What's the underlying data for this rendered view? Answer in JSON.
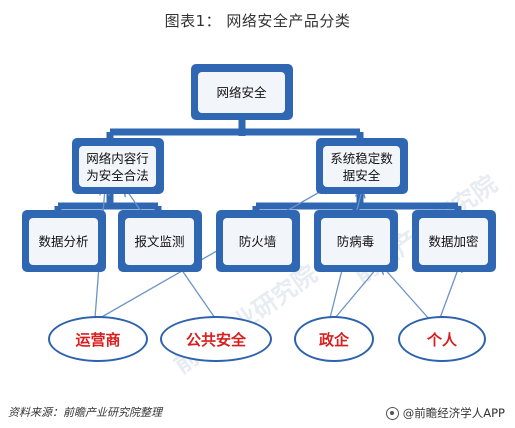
{
  "title": "图表1： 网络安全产品分类",
  "root": "网络安全",
  "level2": {
    "left": "网络内容行为安全合法",
    "right": "系统稳定数据安全"
  },
  "level3": [
    "数据分析",
    "报文监测",
    "防火墙",
    "防病毒",
    "数据加密"
  ],
  "stakeholders": [
    "运营商",
    "公共安全",
    "政企",
    "个人"
  ],
  "source": "资料来源：前瞻产业研究院整理",
  "brand": "@前瞻经济学人APP",
  "watermark": "前瞻产业研究院",
  "colors": {
    "box": "#2f67b2",
    "ellipse_border": "#2e62ad",
    "ellipse_text": "#d81e1e",
    "arrow": "#6b93c8"
  }
}
